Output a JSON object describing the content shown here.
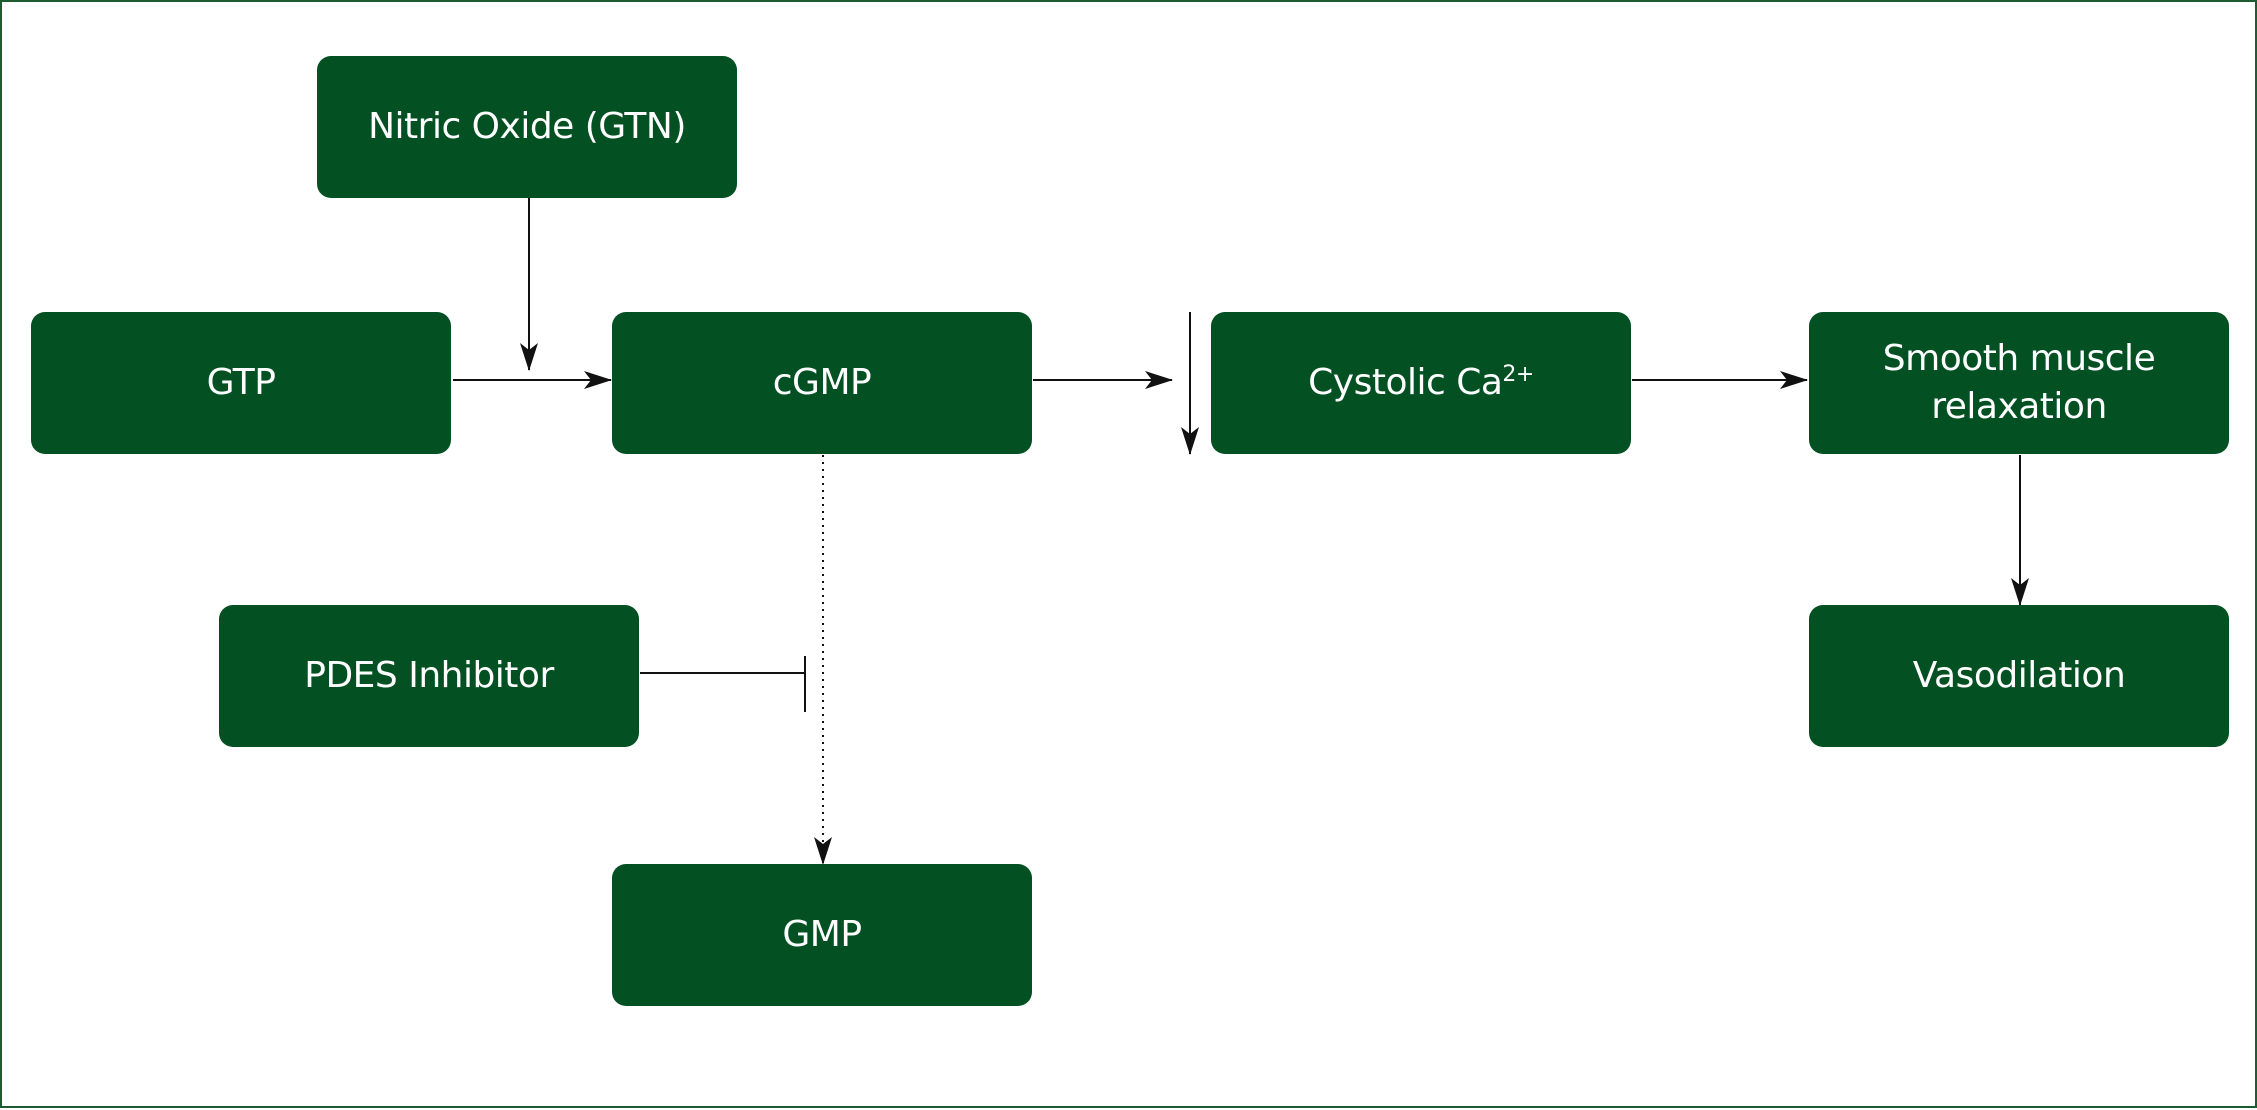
{
  "nodes": {
    "nitric_oxide": "Nitric Oxide (GTN)",
    "gtp": "GTP",
    "cgmp": "cGMP",
    "cystolic_ca": "Cystolic Ca",
    "cystolic_ca_sup": "2+",
    "smooth_muscle_line1": "Smooth muscle",
    "smooth_muscle_line2": "relaxation",
    "pdes_inhibitor": "PDES Inhibitor",
    "vasodilation": "Vasodilation",
    "gmp": "GMP"
  },
  "colors": {
    "box_fill": "#035023",
    "frame_border": "#1d5c33",
    "arrow": "#111111",
    "text": "#ffffff"
  }
}
